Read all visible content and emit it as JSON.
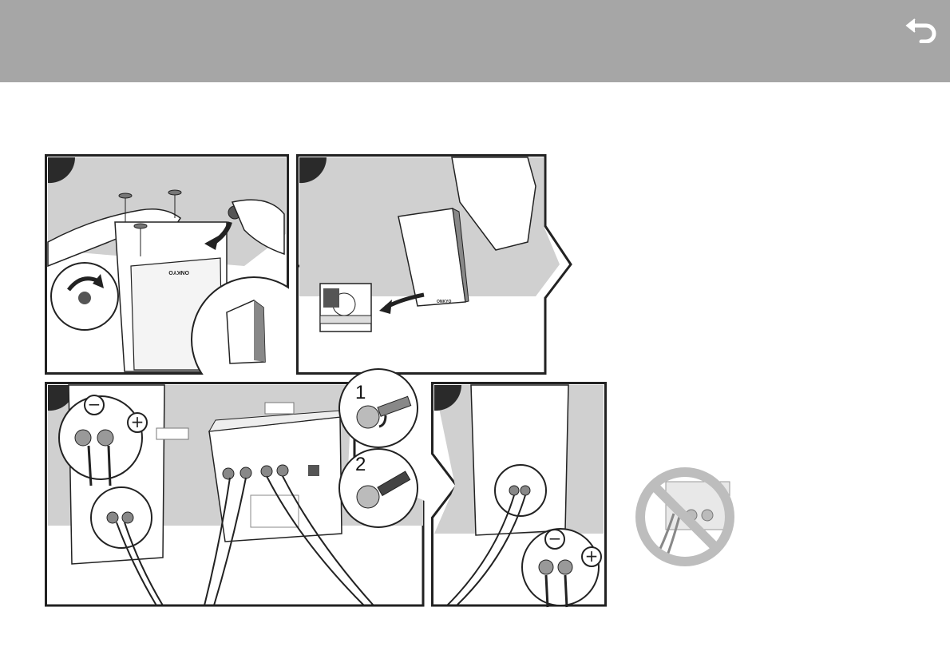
{
  "header": {
    "bg_color": "#a6a6a6",
    "back_icon": "undo-arrow-icon"
  },
  "panels": {
    "p1": {
      "brand": "ONKYO"
    },
    "p2": {
      "brand": "ONKYO"
    },
    "p3": {
      "minus": "−",
      "plus": "+",
      "minus2": "−",
      "plus2": "+"
    },
    "p4": {
      "minus": "−",
      "plus": "+"
    }
  },
  "steps": {
    "one": "1",
    "two": "2"
  },
  "colors": {
    "panel_bg": "#d0d0d0",
    "badge": "#2a2a2a",
    "prohibit": "#bdbdbd"
  }
}
